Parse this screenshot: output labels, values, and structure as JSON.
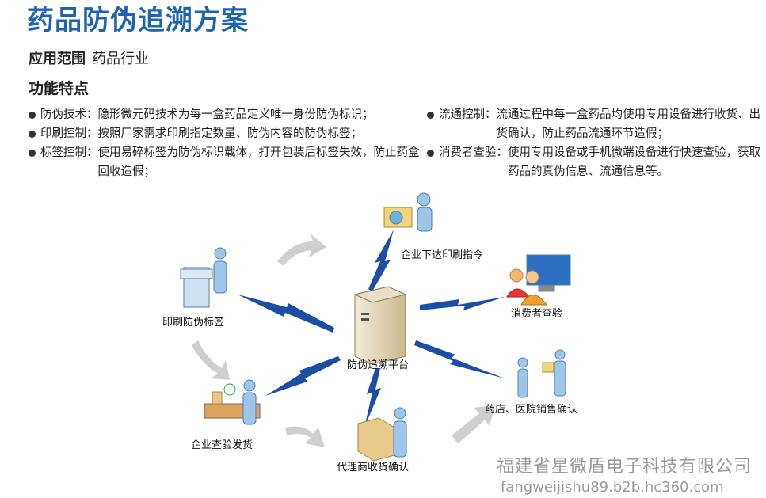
{
  "title": "药品防伪追溯方案",
  "scope": {
    "label": "应用范围",
    "value": "药品行业"
  },
  "features_heading": "功能特点",
  "features_left": [
    {
      "key": "防伪技术：",
      "value": "隐形微元码技术为每一盒药品定义唯一身份防伪标识；"
    },
    {
      "key": "印刷控制：",
      "value": "按照厂家需求印刷指定数量、防伪内容的防伪标签；"
    },
    {
      "key": "标签控制：",
      "value": "使用易碎标签为防伪标识载体，打开包装后标签失效，防止药盒回收造假；"
    }
  ],
  "features_right": [
    {
      "key": "流通控制：",
      "value": "流通过程中每一盒药品均使用专用设备进行收货、出货确认，防止药品流通环节造假；"
    },
    {
      "key": "消费者查验：",
      "value": "使用专用设备或手机微端设备进行快速查验，获取药品的真伪信息、流通信息等。"
    }
  ],
  "diagram": {
    "center": "防伪追溯平台",
    "nodes": [
      "企业下达印刷指令",
      "消费者查验",
      "药店、医院销售确认",
      "代理商收货确认",
      "企业查验发货",
      "印刷防伪标签"
    ]
  },
  "watermark": {
    "company": "福建省星微盾电子科技有限公司",
    "url": "fangweijishu89.b2b.hc360.com"
  },
  "colors": {
    "title": "#1f63b5",
    "bolt": "#1c4fa3",
    "arrow": "#c8c8c8"
  }
}
